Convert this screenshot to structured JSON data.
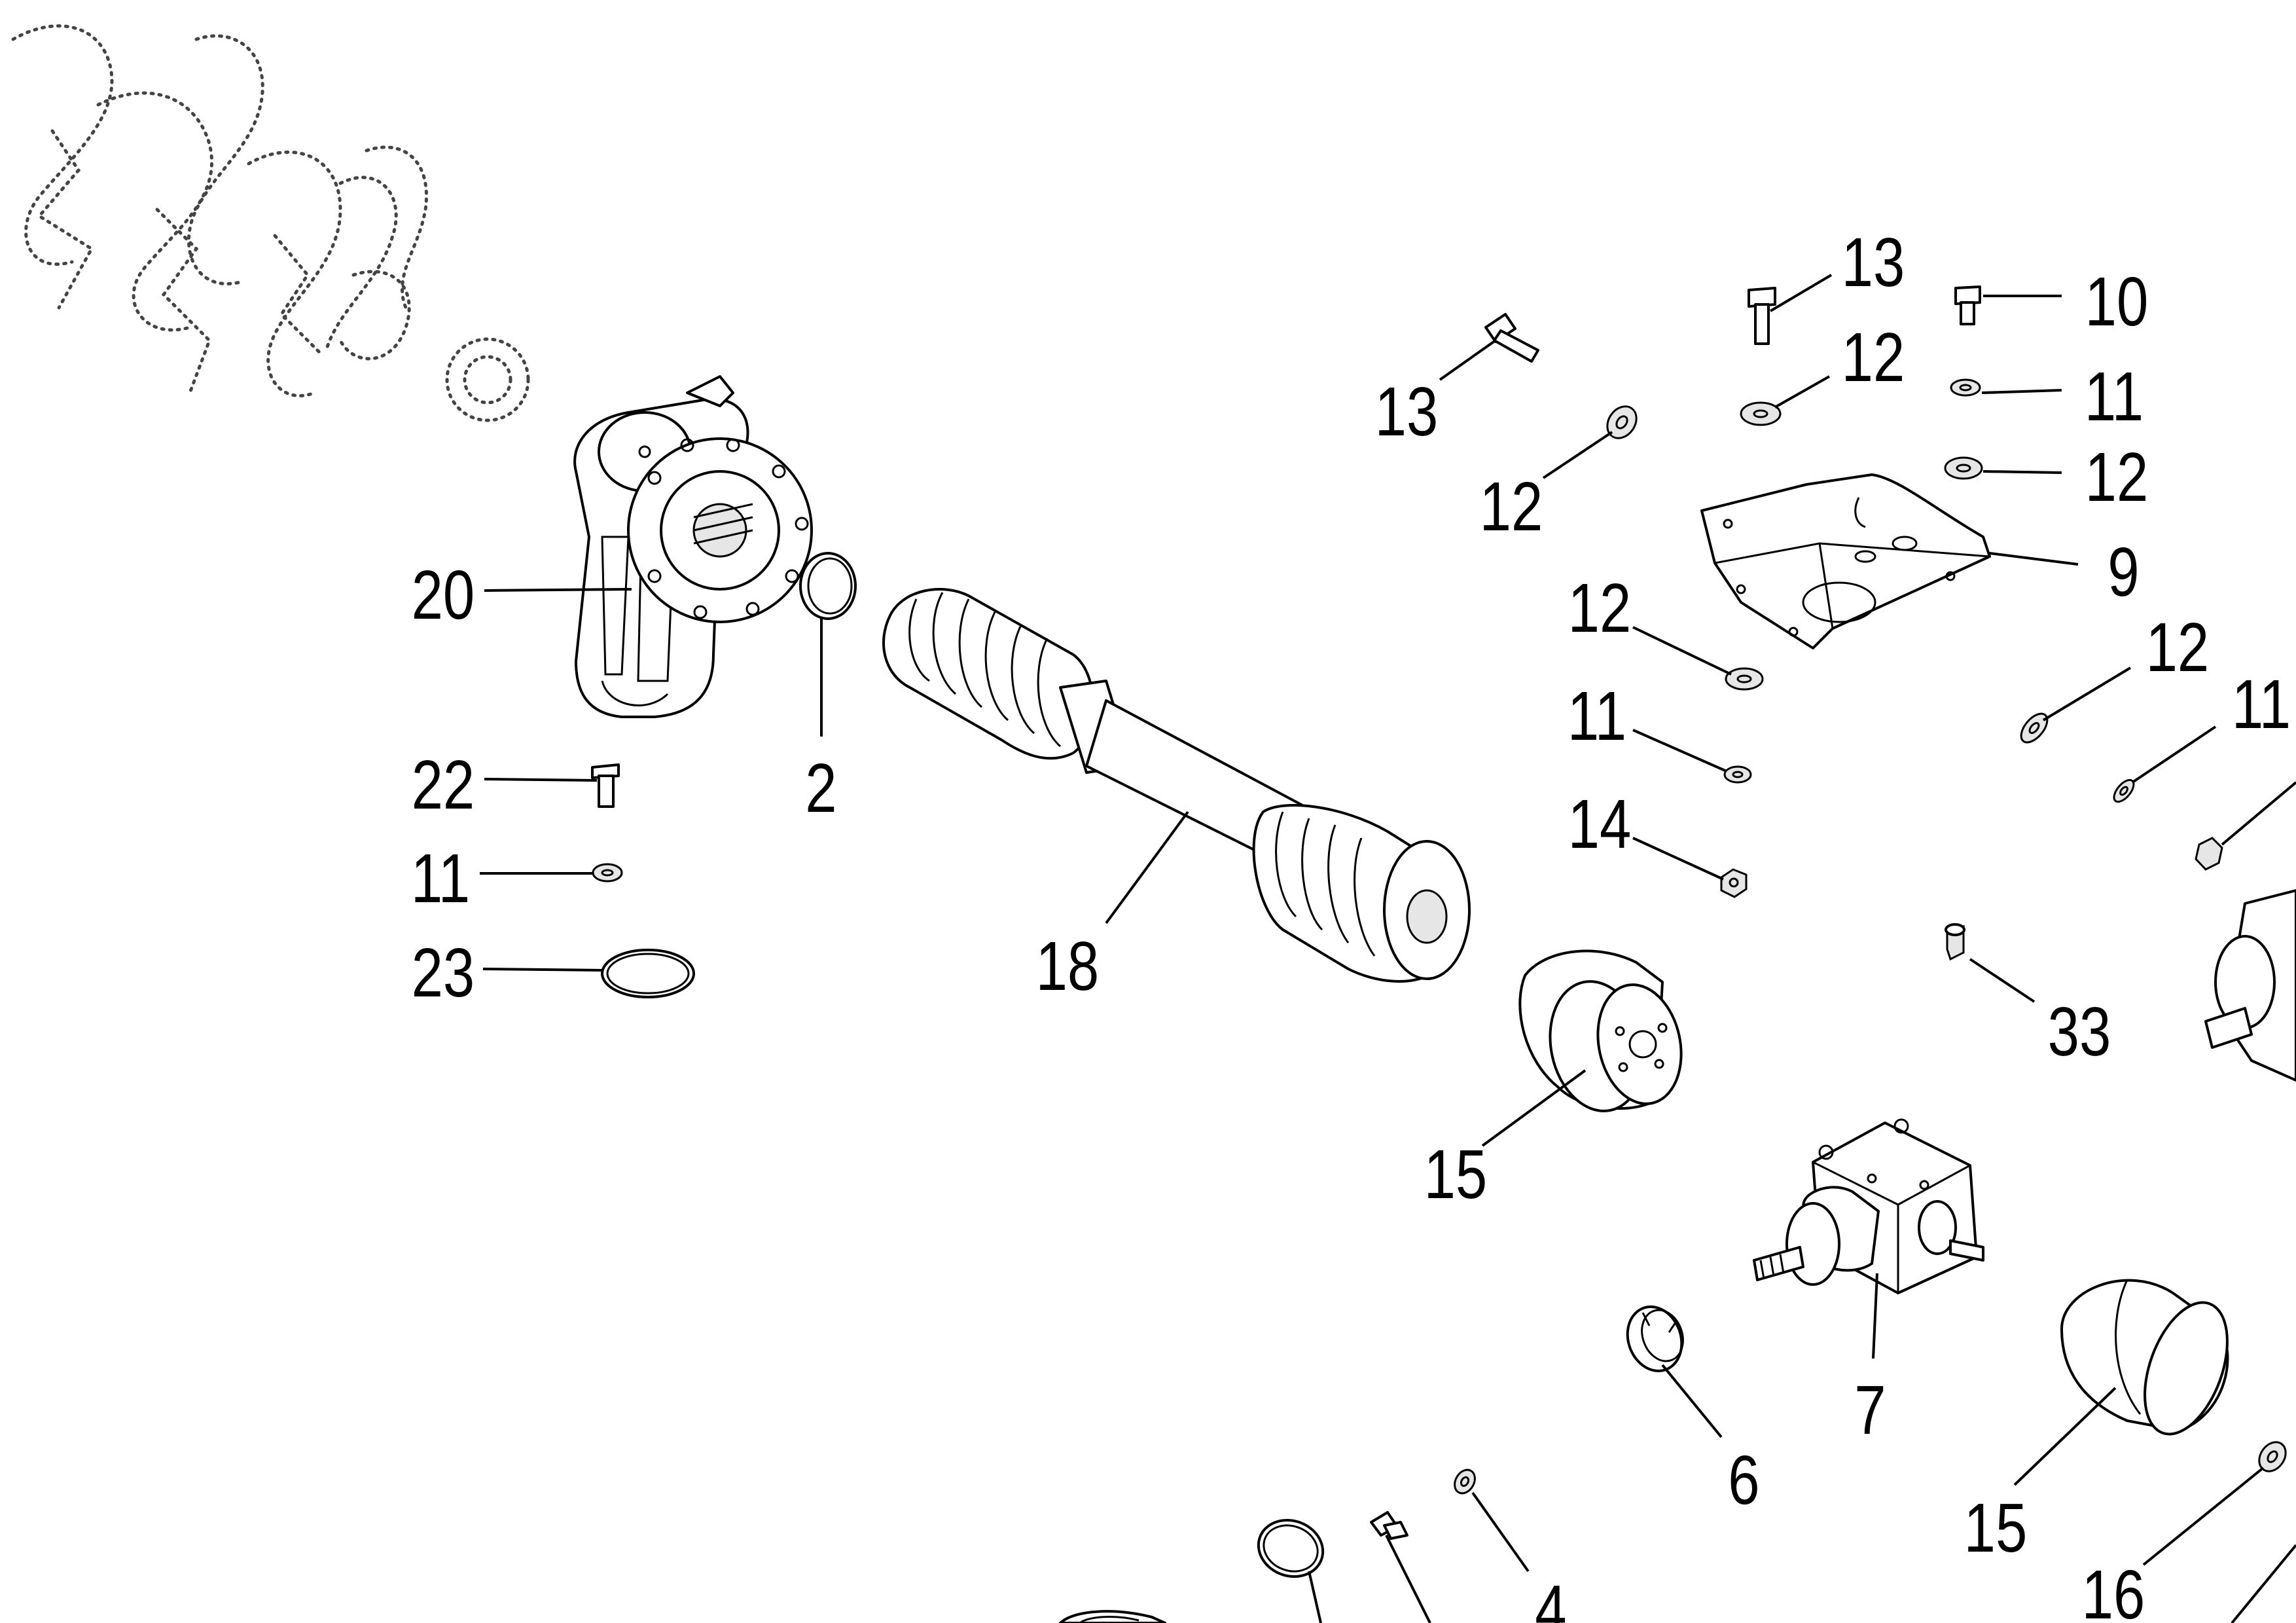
{
  "callouts": [
    {
      "id": "c-20",
      "label": "20"
    },
    {
      "id": "c-2",
      "label": "2"
    },
    {
      "id": "c-22",
      "label": "22"
    },
    {
      "id": "c-11a",
      "label": "11"
    },
    {
      "id": "c-23",
      "label": "23"
    },
    {
      "id": "c-18",
      "label": "18"
    },
    {
      "id": "c-13a",
      "label": "13"
    },
    {
      "id": "c-12a",
      "label": "12"
    },
    {
      "id": "c-13b",
      "label": "13"
    },
    {
      "id": "c-12b",
      "label": "12"
    },
    {
      "id": "c-10",
      "label": "10"
    },
    {
      "id": "c-11b",
      "label": "11"
    },
    {
      "id": "c-12c",
      "label": "12"
    },
    {
      "id": "c-9",
      "label": "9"
    },
    {
      "id": "c-12d",
      "label": "12"
    },
    {
      "id": "c-11c",
      "label": "11"
    },
    {
      "id": "c-14",
      "label": "14"
    },
    {
      "id": "c-12e",
      "label": "12"
    },
    {
      "id": "c-11d",
      "label": "11"
    },
    {
      "id": "c-33",
      "label": "33"
    },
    {
      "id": "c-15a",
      "label": "15"
    },
    {
      "id": "c-7",
      "label": "7"
    },
    {
      "id": "c-6",
      "label": "6"
    },
    {
      "id": "c-15b",
      "label": "15"
    },
    {
      "id": "c-16",
      "label": "16"
    },
    {
      "id": "c-4",
      "label": "4"
    }
  ]
}
